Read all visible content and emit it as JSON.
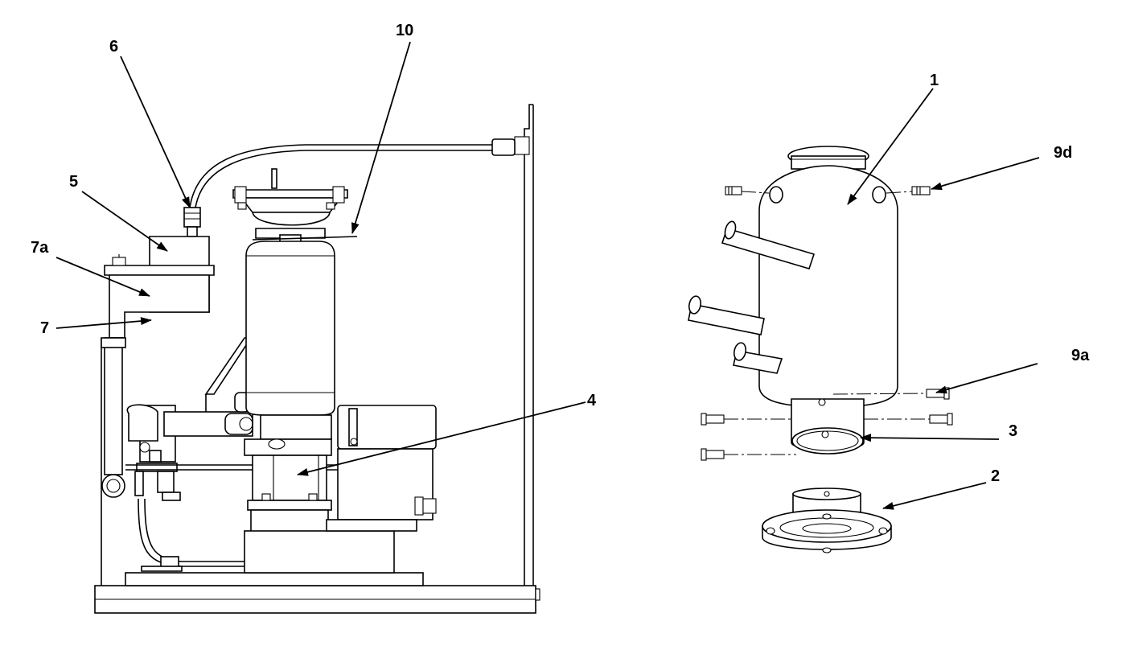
{
  "callouts": {
    "c1": "1",
    "c2": "2",
    "c3": "3",
    "c4": "4",
    "c5": "5",
    "c6": "6",
    "c7": "7",
    "c7a": "7a",
    "c9a": "9a",
    "c9d": "9d",
    "c10": "10"
  }
}
